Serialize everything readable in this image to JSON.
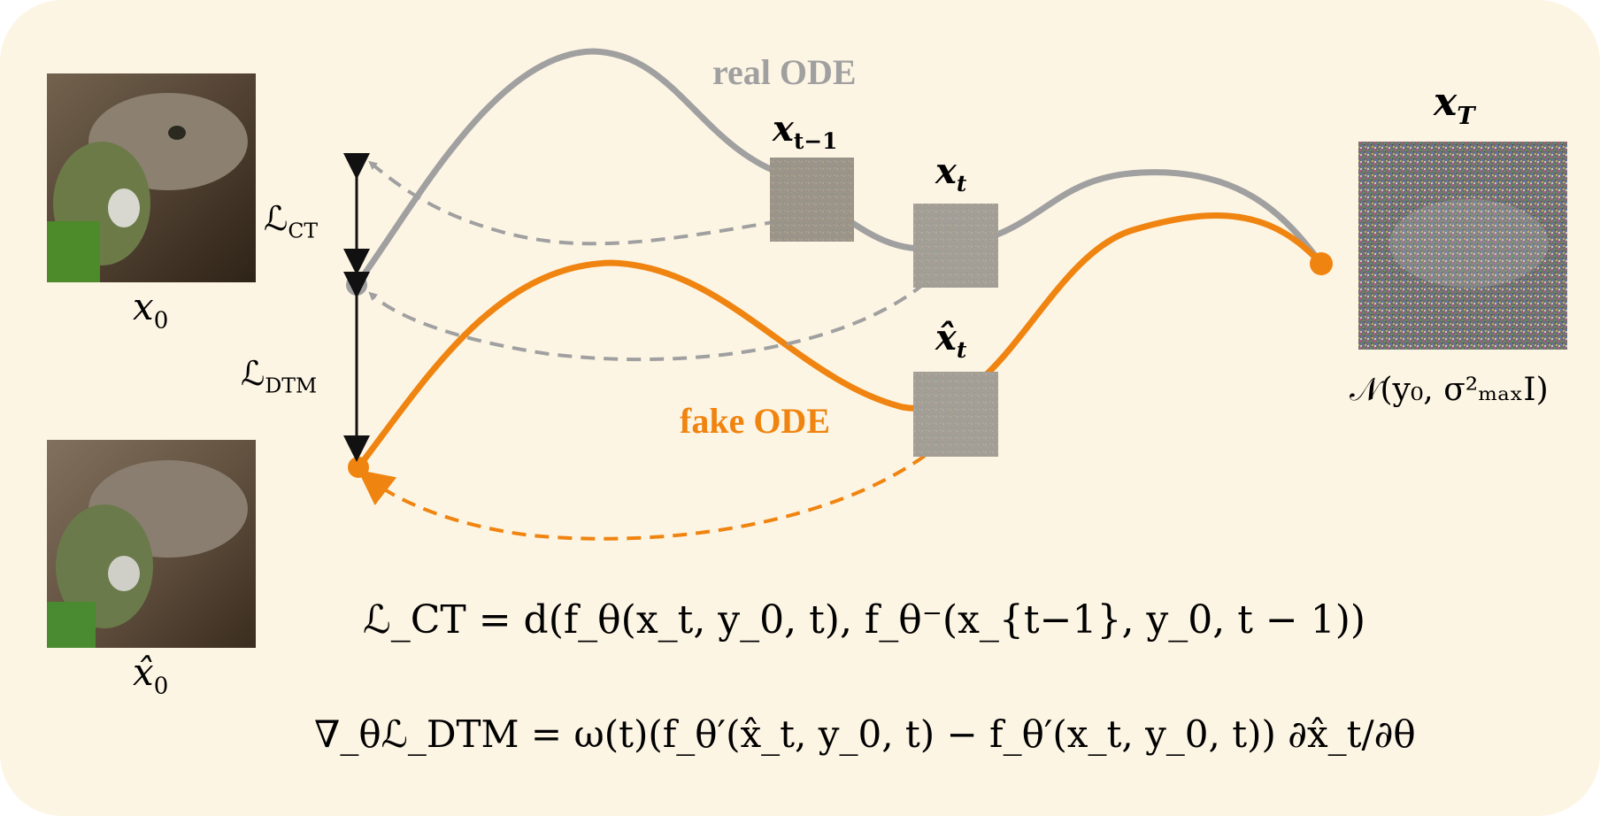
{
  "colors": {
    "background": "#fdf5e4",
    "real": "#a0a0a0",
    "fake": "#f08410",
    "arrow": "#111111"
  },
  "icons": {
    "x0_image": "iguana-photo",
    "x0hat_image": "iguana-photo-blurred",
    "xT_image": "gaussian-noise-image"
  },
  "labels": {
    "x0": "x",
    "x0_sub": "0",
    "x0hat": "x̂",
    "x0hat_sub": "0",
    "xT": "x",
    "xT_sub": "T",
    "xt_minus_1": "x",
    "xt_minus_1_sub": "t−1",
    "xt": "x",
    "xt_sub": "t",
    "xt_hat": "x̂",
    "xt_hat_sub": "t",
    "loss_ct": "ℒ",
    "loss_ct_sub": "CT",
    "loss_dtm": "ℒ",
    "loss_dtm_sub": "DTM",
    "noise_dist": "𝒩(y₀, σ²ₘₐₓI)",
    "real_ode": "real ODE",
    "fake_ode": "fake ODE"
  },
  "formulas": {
    "ct": "ℒ_CT = d(f_θ(x_t, y_0, t), f_θ⁻(x_{t−1}, y_0, t − 1))",
    "dtm": "∇_θℒ_DTM = ω(t)(f_θ′(x̂_t, y_0, t) − f_θ′(x_t, y_0, t)) ∂x̂_t/∂θ"
  }
}
